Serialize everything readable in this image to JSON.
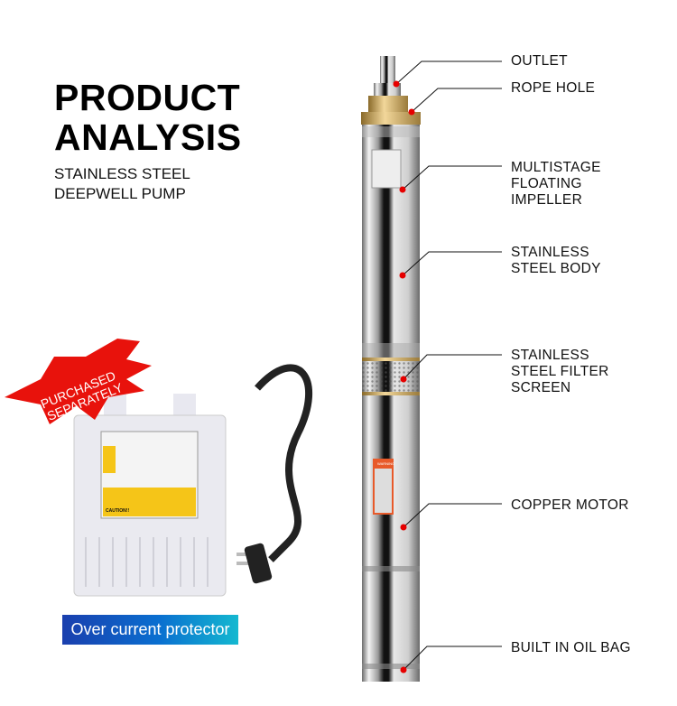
{
  "header": {
    "title_line1": "PRODUCT",
    "title_line2": "ANALYSIS",
    "subtitle_line1": "STAINLESS STEEL",
    "subtitle_line2": "DEEPWELL PUMP"
  },
  "callouts": [
    {
      "lines": [
        "OUTLET"
      ]
    },
    {
      "lines": [
        "ROPE HOLE"
      ]
    },
    {
      "lines": [
        "MULTISTAGE",
        "FLOATING",
        "IMPELLER"
      ]
    },
    {
      "lines": [
        "STAINLESS",
        "STEEL BODY"
      ]
    },
    {
      "lines": [
        "STAINLESS",
        "STEEL FILTER",
        "SCREEN"
      ]
    },
    {
      "lines": [
        "COPPER MOTOR"
      ]
    },
    {
      "lines": [
        "BUILT IN OIL BAG"
      ]
    }
  ],
  "accessory": {
    "burst_line1": "PURCHASED",
    "burst_line2": "SEPARATELY",
    "caption": "Over current protector",
    "warning_label": "WARNING",
    "panel_caution": "CAUTION!!"
  },
  "colors": {
    "dot": "#e60000",
    "burst": "#e8120c",
    "badge_start": "#1a3fae",
    "badge_end": "#14b8d0"
  }
}
